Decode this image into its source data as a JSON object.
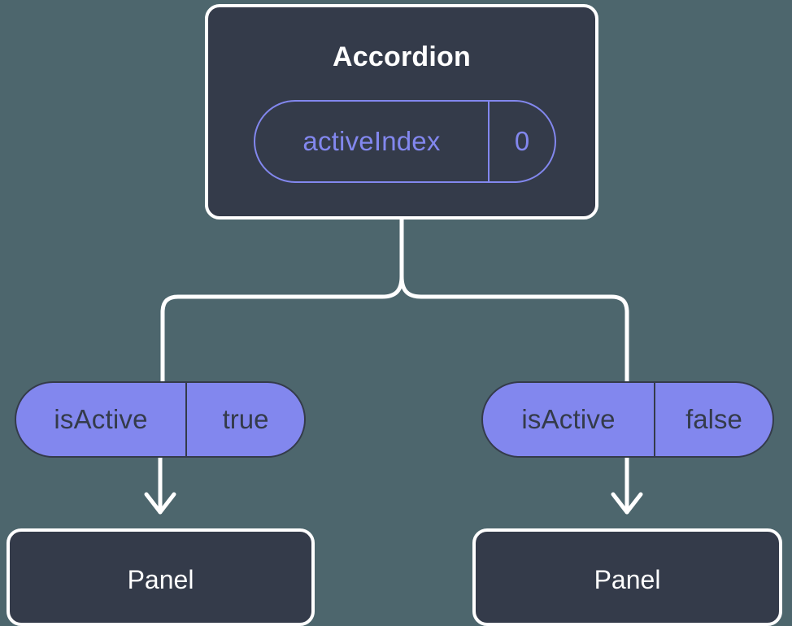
{
  "diagram": {
    "title_text": "Accordion",
    "background_color": "#4d666d",
    "node_fill_color": "#343b4a",
    "node_border_color": "#ffffff",
    "accent_color": "#8287ee",
    "edge_color": "#ffffff",
    "root": {
      "label": "Accordion",
      "state_pill": {
        "key": "activeIndex",
        "value": "0",
        "style": "outlined"
      }
    },
    "branches": [
      {
        "prop_pill": {
          "key": "isActive",
          "value": "true",
          "style": "filled"
        },
        "child": {
          "label": "Panel"
        }
      },
      {
        "prop_pill": {
          "key": "isActive",
          "value": "false",
          "style": "filled"
        },
        "child": {
          "label": "Panel"
        }
      }
    ]
  }
}
